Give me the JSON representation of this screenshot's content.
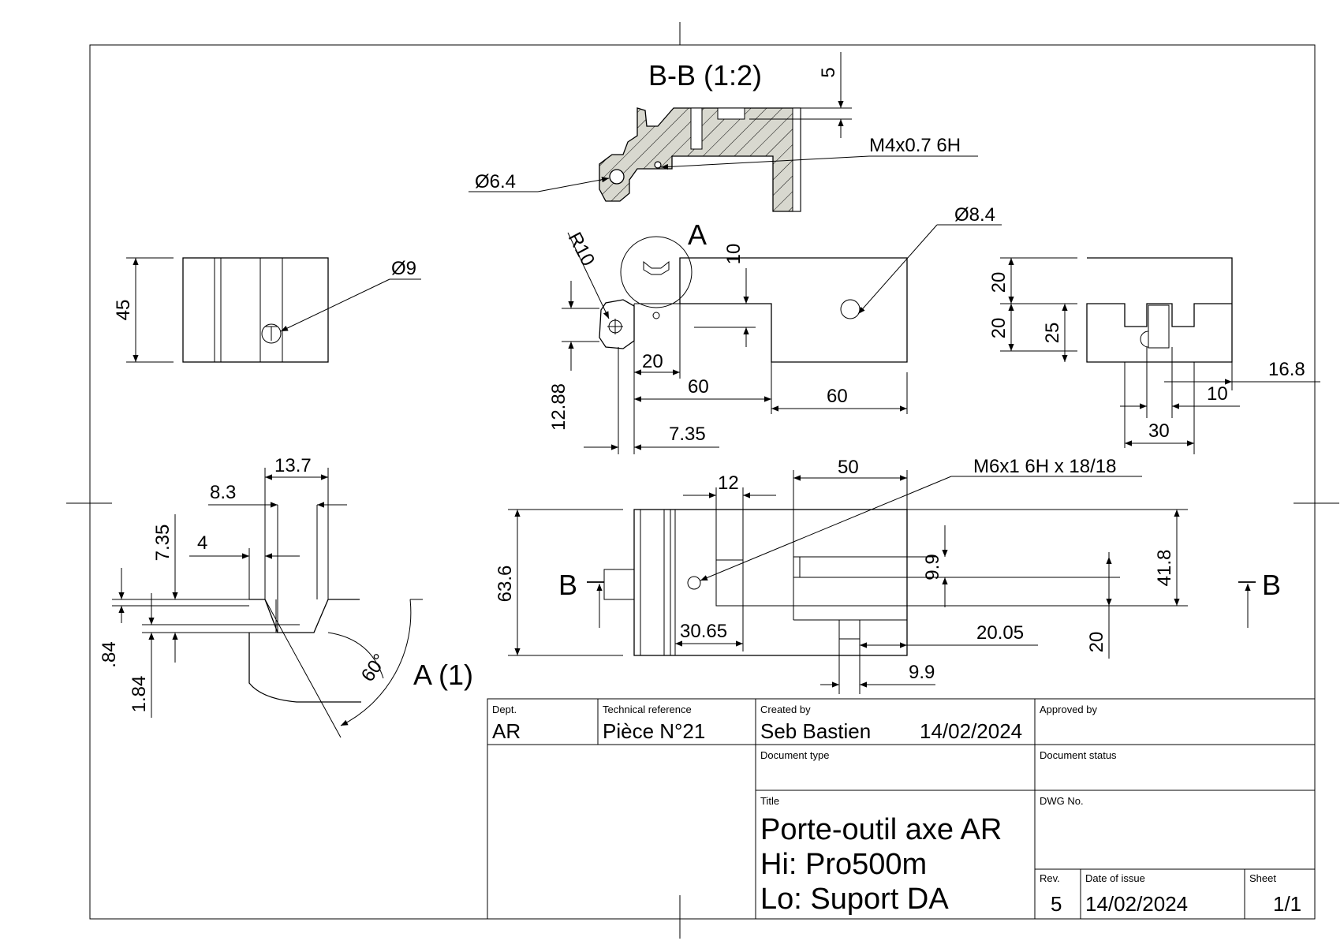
{
  "views": {
    "section_bb": "B-B (1:2)",
    "detail_a_label": "A",
    "detail_a_title": "A (1)",
    "section_mark_left": "B",
    "section_mark_right": "B"
  },
  "dimensions": {
    "d5": "5",
    "thread_m4": "M4x0.7 6H",
    "dia_6_4": "Ø6.4",
    "dia_8_4": "Ø8.4",
    "dia_9": "Ø9",
    "r10": "R10",
    "d10_front": "10",
    "d45": "45",
    "d20_a": "20",
    "d60_a": "60",
    "d60_b": "60",
    "d12_88": "12.88",
    "d7_35_front": "7.35",
    "d20_side_top": "20",
    "d20_side_bot": "20",
    "d25": "25",
    "d16_8": "16.8",
    "d10_side": "10",
    "d30": "30",
    "d13_7": "13.7",
    "d8_3": "8.3",
    "d7_35_detail": "7.35",
    "d4": "4",
    "d_84": ".84",
    "d1_84": "1.84",
    "d60deg": "60°",
    "d12": "12",
    "d50": "50",
    "thread_m6": "M6x1 6H x 18/18",
    "d63_6": "63.6",
    "d9_9_v": "9.9",
    "d41_8": "41.8",
    "d30_65": "30.65",
    "d20_05": "20.05",
    "d20_top": "20",
    "d9_9_h": "9.9"
  },
  "title_block": {
    "dept_label": "Dept.",
    "dept_value": "AR",
    "techref_label": "Technical reference",
    "techref_value": "Pièce N°21",
    "created_label": "Created by",
    "created_value": "Seb Bastien",
    "created_date": "14/02/2024",
    "approved_label": "Approved by",
    "doctype_label": "Document type",
    "docstatus_label": "Document status",
    "title_label": "Title",
    "title_line1": "Porte-outil axe AR",
    "title_line2": "Hi: Pro500m",
    "title_line3": "Lo: Suport DA",
    "dwg_label": "DWG No.",
    "rev_label": "Rev.",
    "rev_value": "5",
    "issue_label": "Date of issue",
    "issue_value": "14/02/2024",
    "sheet_label": "Sheet",
    "sheet_value": "1/1"
  }
}
